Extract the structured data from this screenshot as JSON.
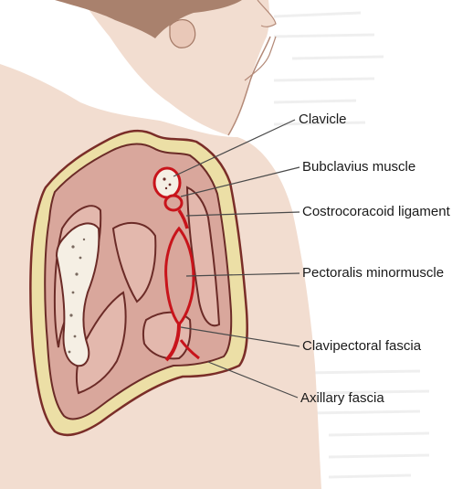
{
  "diagram": {
    "labels": {
      "clavicle": "Clavicle",
      "subclavius": "Bubclavius muscle",
      "costocoracoid": "Costrocoracoid ligament",
      "pectoralis_minor": "Pectoralis minormuscle",
      "clavipectoral_fascia": "Clavipectoral fascia",
      "axillary_fascia": "Axillary fascia"
    },
    "colors": {
      "background": "#ffffff",
      "skin": "#f2ddd0",
      "hair": "#a9816d",
      "fascia_outer": "#6b2b27",
      "fat_layer": "#ecdfa6",
      "muscle_fill": "#d9a79c",
      "bone": "#f5efe4",
      "highlight_red": "#c8141b",
      "leader_line": "#4a4a4a"
    }
  }
}
